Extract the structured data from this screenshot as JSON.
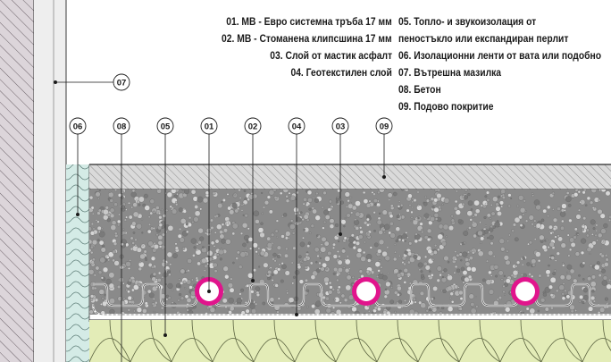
{
  "legend": {
    "left": [
      "01.  MB - Евро системна тръба 17 мм",
      "02.  MB - Стоманена клипсшина 17 мм",
      "03. Слой от мастик асфалт",
      "04.  Геотекстилен слой"
    ],
    "right": [
      "05.  Топло- и звукоизолация от",
      "пеностъкло или експандиран перлит",
      "06.  Изолационни ленти от вата или подобно",
      "07.  Вътрешна мазилка",
      "08.  Бетон",
      "09.  Подово покритие"
    ]
  },
  "callouts": {
    "wall": "07",
    "top": [
      "06",
      "08",
      "05",
      "01",
      "02",
      "04",
      "03",
      "09"
    ]
  },
  "colors": {
    "wall_fill": "#d9d3d8",
    "plaster": "#eeeeee",
    "insulation_strip": "#d4ebe6",
    "screed": "#8e8e8e",
    "flooring": "#d8d8d8",
    "thermal_insulation": "#e3ecb7",
    "pipe_ring": "#e1148c",
    "leader": "#1a1a1a"
  }
}
